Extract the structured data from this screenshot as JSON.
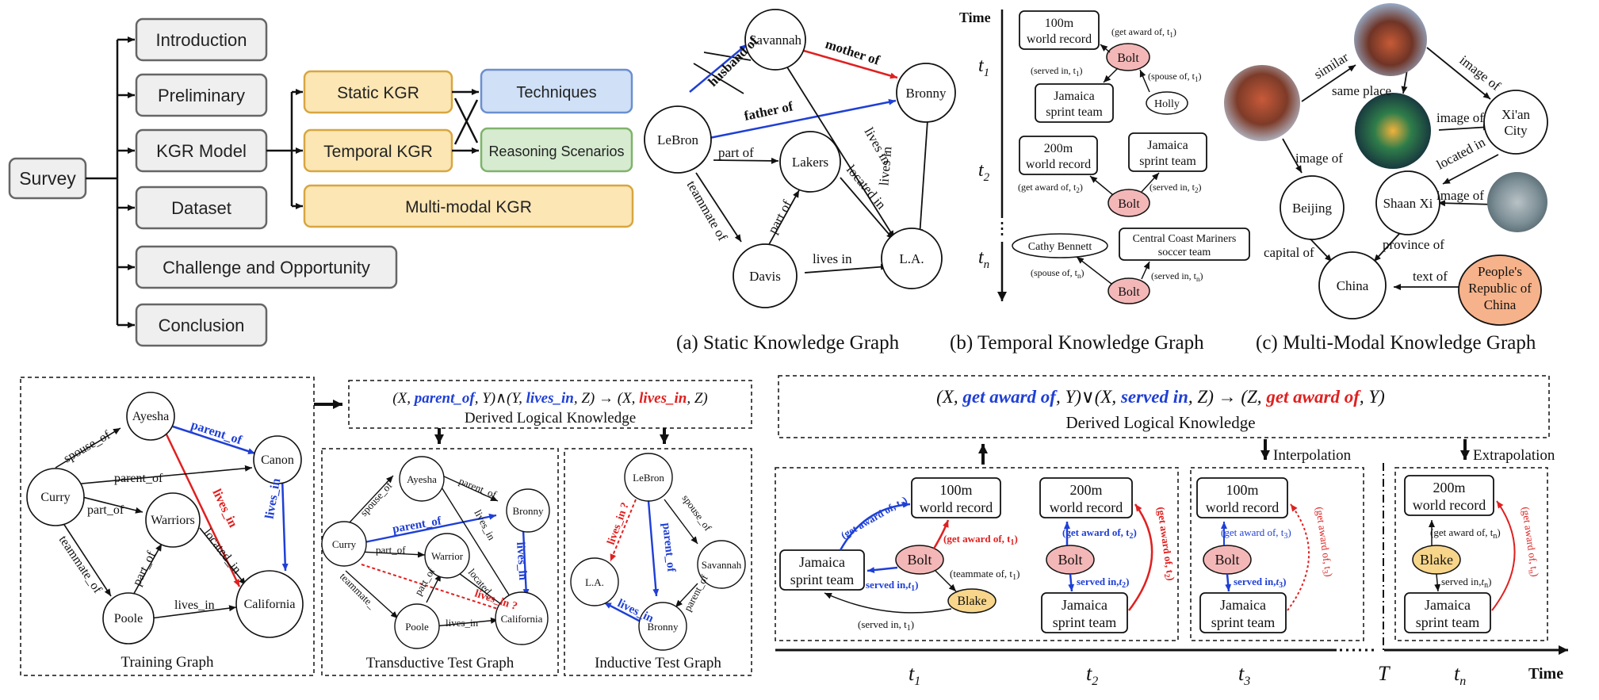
{
  "survey_tree": {
    "root": "Survey",
    "items": [
      "Introduction",
      "Preliminary",
      "KGR Model",
      "Dataset",
      "Challenge and Opportunity",
      "Conclusion"
    ],
    "model_types": [
      "Static KGR",
      "Temporal KGR",
      "Multi-modal KGR"
    ],
    "aspects": [
      "Techniques",
      "Reasoning Scenarios"
    ]
  },
  "static_kg": {
    "nodes": {
      "savannah": "Savannah",
      "bronny": "Bronny",
      "lebron": "LeBron",
      "lakers": "Lakers",
      "davis": "Davis",
      "la": "L.A."
    },
    "edges": {
      "husband_of": "husband of",
      "mother_of": "mother of",
      "father_of": "father of",
      "part_of_1": "part of",
      "part_of_2": "part of",
      "teammate_of": "teammate of",
      "lives_in_1": "lives in",
      "lives_in_2": "lives in",
      "lives_in_3": "lives in",
      "located_in": "located in"
    },
    "caption": "(a) Static Knowledge Graph"
  },
  "temporal_kg": {
    "time_label": "Time",
    "t1": "t",
    "t1_sub": "1",
    "t2": "t",
    "t2_sub": "2",
    "tn": "t",
    "tn_sub": "n",
    "nodes": {
      "r100": [
        "100m",
        "world record"
      ],
      "bolt": "Bolt",
      "jst": [
        "Jamaica",
        "sprint team"
      ],
      "holly": "Holly",
      "r200": [
        "200m",
        "world record"
      ],
      "jst2": [
        "Jamaica",
        "sprint team"
      ],
      "cathy": "Cathy Bennett",
      "ccm": [
        "Central Coast Mariners",
        "soccer team"
      ]
    },
    "edges": {
      "e1": "(get award of, t",
      "e1_sub": "1",
      "e2": "(served in, t",
      "e2_sub": "1",
      "e3": "(spouse of, t",
      "e3_sub": "1",
      "e4": "(get award of, t",
      "e4_sub": "2",
      "e5": "(served in, t",
      "e5_sub": "2",
      "e6": "(spouse of, t",
      "e6_sub": "n",
      "e7": "(served in, t",
      "e7_sub": "n",
      "close": ")"
    },
    "caption": "(b) Temporal Knowledge Graph"
  },
  "multimodal_kg": {
    "nodes": {
      "xian": [
        "Xi'an",
        "City"
      ],
      "beijing": "Beijing",
      "shaanxi": "Shaan Xi",
      "china": "China",
      "prc": [
        "People's",
        "Republic of",
        "China"
      ]
    },
    "edges": {
      "similar": "similar",
      "same_place": "same place",
      "image_of_1": "image of",
      "image_of_2": "image of",
      "image_of_3": "image of",
      "image_of_4": "image of",
      "located_in": "located in",
      "capital_of": "capital of",
      "province_of": "province of",
      "text_of": "text of"
    },
    "colors": {
      "prc_fill": "#f6b28a"
    },
    "caption": "(c) Multi-Modal Knowledge Graph"
  },
  "training_graph": {
    "nodes": {
      "ayesha": "Ayesha",
      "canon": "Canon",
      "curry": "Curry",
      "warriors": "Warriors",
      "poole": "Poole",
      "california": "California"
    },
    "edges": {
      "spouse_of": "spouse_of",
      "parent_of_1": "parent_of",
      "parent_of_2": "parent_of",
      "part_of_1": "part_of",
      "part_of_2": "part_of",
      "teammate_of": "teammate_of",
      "lives_in_1": "lives_in",
      "lives_in_2": "lives_in",
      "lives_in_3": "lives_in",
      "located_in": "located_in"
    },
    "caption": "Training Graph"
  },
  "derived_rule_1": {
    "open": "(X, ",
    "r1": "parent_of",
    "mid1": ", Y)∧(Y, ",
    "r2": "lives_in",
    "mid2": ", Z) → (X, ",
    "r3": "lives_in",
    "close": ", Z)",
    "label": "Derived Logical Knowledge"
  },
  "transductive_graph": {
    "nodes": {
      "ayesha": "Ayesha",
      "bronny": "Bronny",
      "curry": "Curry",
      "warrior": "Warrior",
      "poole": "Poole",
      "california": "California"
    },
    "edges": {
      "spouse_of": "spouse_of",
      "parent_of_1": "parent_of",
      "parent_of_2": "parent_of",
      "part_of_1": "part_of",
      "part_of_2": "part_of",
      "teammate": "teammate_",
      "lives_in_1": "lives_in",
      "lives_in_2": "lives_in",
      "lives_in_3": "lives_in",
      "located": "located_",
      "query": "lives_in ?"
    },
    "caption": "Transductive Test Graph"
  },
  "inductive_graph": {
    "nodes": {
      "lebron": "LeBron",
      "savannah": "Savannah",
      "la": "L.A.",
      "bronny": "Bronny"
    },
    "edges": {
      "spouse_of": "spouse_of",
      "parent_of_1": "parent_of",
      "parent_of_2": "parent_of",
      "lives_in": "lives_in",
      "query": "lives_in ?"
    },
    "caption": "Inductive Test Graph"
  },
  "derived_rule_2": {
    "open": "(X, ",
    "r1": "get award of",
    "mid1": ", Y)∨(X, ",
    "r2": "served in",
    "mid2": ", Z) → (Z, ",
    "r3": "get award of",
    "close": ", Y)",
    "label": "Derived Logical Knowledge"
  },
  "temporal_reasoning": {
    "interpolation": "Interpolation",
    "extrapolation": "Extrapolation",
    "time_label": "Time",
    "ticks": [
      {
        "t": "t",
        "s": "1"
      },
      {
        "t": "t",
        "s": "2"
      },
      {
        "t": "t",
        "s": "3"
      },
      {
        "t": "T",
        "s": ""
      },
      {
        "t": "t",
        "s": "n"
      }
    ],
    "nodes": {
      "r100": [
        "100m",
        "world record"
      ],
      "r200": [
        "200m",
        "world record"
      ],
      "jst": [
        "Jamaica",
        "sprint team"
      ],
      "bolt": "Bolt",
      "blake": "Blake"
    },
    "edges": {
      "get_award": "(get award of, t",
      "served": "(served in, t",
      "teammate": "(teammate of, t",
      "served_in": "served in,",
      "get_award_vertical": "(get award of, t",
      "close": ")"
    }
  },
  "colors": {
    "blue": "#1f3fd6",
    "red": "#e02020",
    "bolt_fill": "#f4b7b7",
    "blake_fill": "#f7d58a",
    "yellow": "#fbe6b4",
    "blue_box": "#cfe0f7",
    "green_box": "#d6ebd0"
  }
}
